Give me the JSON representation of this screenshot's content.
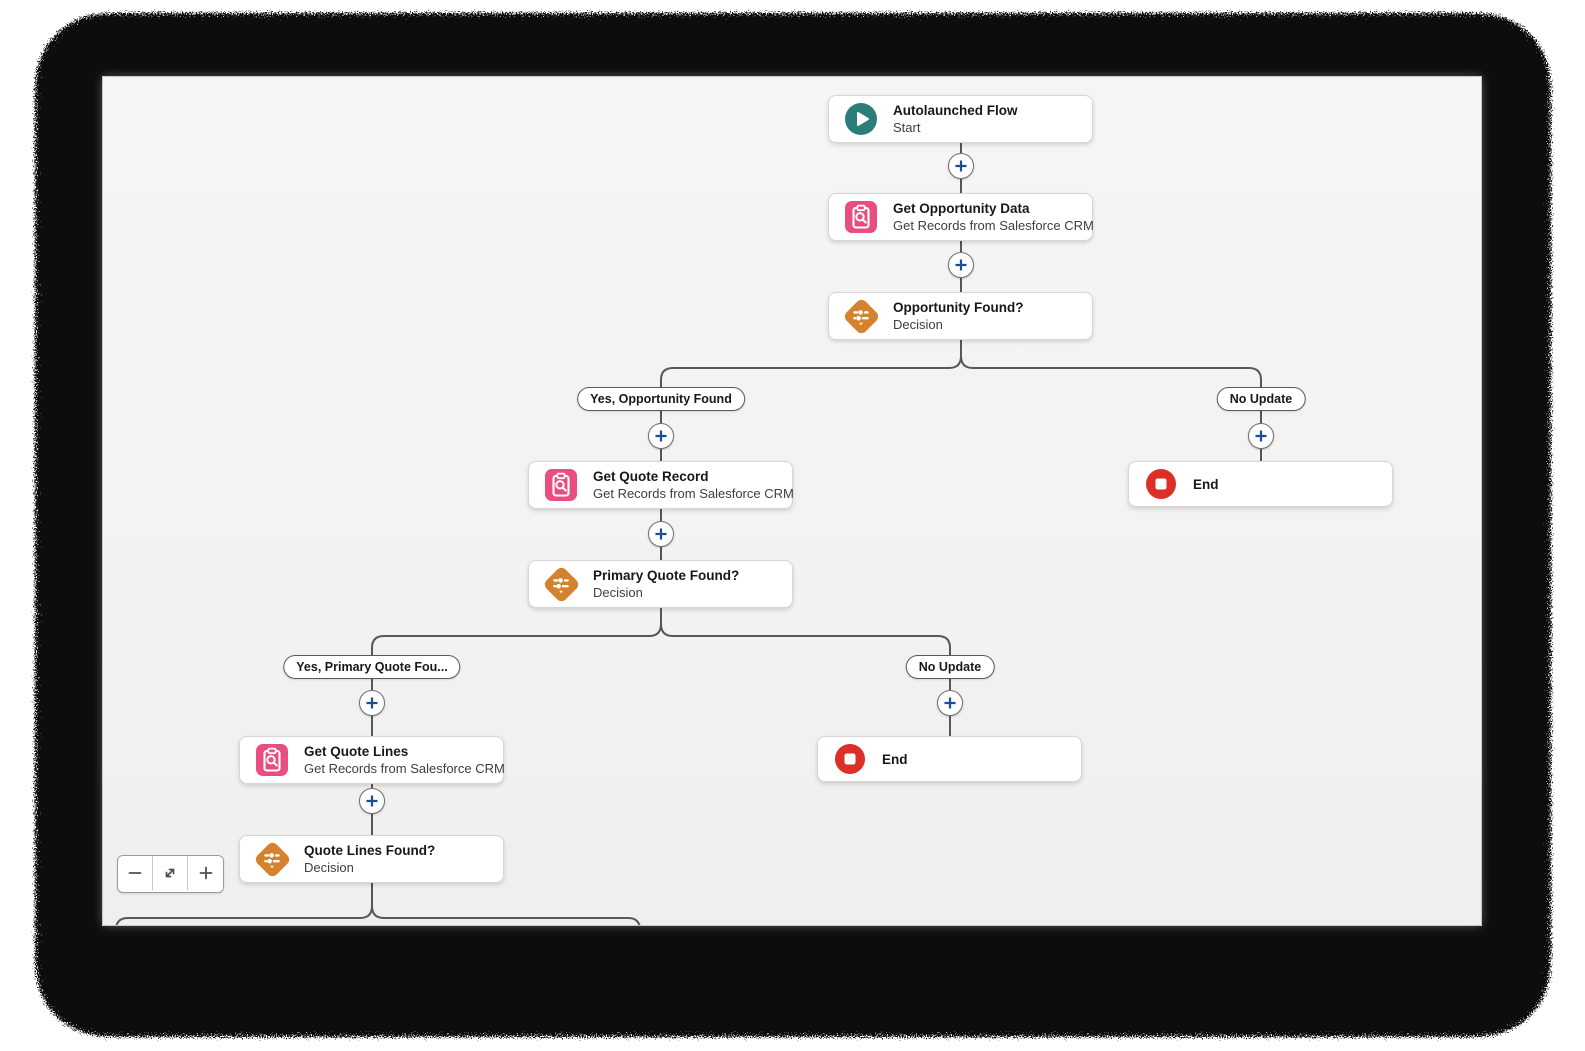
{
  "colors": {
    "start_teal": "#2c7d79",
    "record_pink": "#ea4e7f",
    "decision_orange": "#d5822f",
    "end_red": "#dc2f27",
    "plus_blue": "#1a4f97",
    "connector_gray": "#54585c",
    "canvas_bg": "#f3f2f1",
    "frame_black": "#0d0d0d"
  },
  "nodes": [
    {
      "title": "Autolaunched Flow",
      "subtitle": "Start",
      "icon": "play-circle-icon"
    },
    {
      "title": "Get Opportunity Data",
      "subtitle": "Get Records from Salesforce CRM",
      "icon": "record-lookup-icon"
    },
    {
      "title": "Opportunity Found?",
      "subtitle": "Decision",
      "icon": "decision-diamond-icon"
    },
    {
      "title": "Get Quote Record",
      "subtitle": "Get Records from Salesforce CRM",
      "icon": "record-lookup-icon"
    },
    {
      "title": "End",
      "subtitle": "",
      "icon": "end-stop-icon"
    },
    {
      "title": "Primary Quote Found?",
      "subtitle": "Decision",
      "icon": "decision-diamond-icon"
    },
    {
      "title": "Get Quote Lines",
      "subtitle": "Get Records from Salesforce CRM",
      "icon": "record-lookup-icon"
    },
    {
      "title": "End",
      "subtitle": "",
      "icon": "end-stop-icon"
    },
    {
      "title": "Quote Lines Found?",
      "subtitle": "Decision",
      "icon": "decision-diamond-icon"
    }
  ],
  "branch_labels": [
    {
      "label": "Yes, Opportunity Found"
    },
    {
      "label": "No Update"
    },
    {
      "label": "Yes, Primary Quote Fou..."
    },
    {
      "label": "No Update"
    }
  ],
  "zoom_controls": {
    "buttons": [
      {
        "icon": "minus-icon"
      },
      {
        "icon": "expand-icon"
      },
      {
        "icon": "plus-icon"
      }
    ]
  }
}
